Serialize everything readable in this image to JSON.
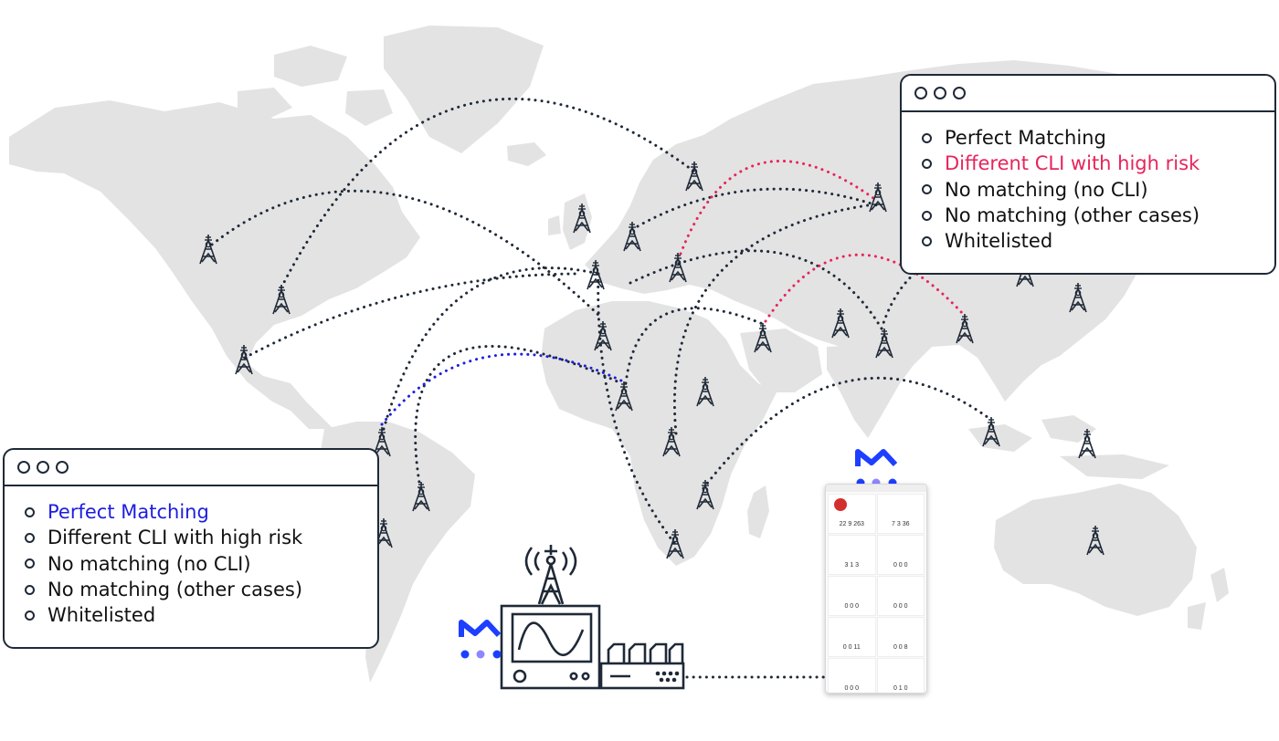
{
  "colors": {
    "land": "#e3e3e3",
    "outline": "#1f2937",
    "route": "#1f2937",
    "perfect": "#1d1de0",
    "risk": "#e8245a",
    "brand_a": "#1d3fff",
    "brand_b": "#6a5cff"
  },
  "legend_right": {
    "items": [
      {
        "label": "Perfect Matching",
        "color": "#111111"
      },
      {
        "label": "Different CLI with high risk",
        "color": "#e8245a"
      },
      {
        "label": "No matching (no CLI)",
        "color": "#111111"
      },
      {
        "label": "No matching (other cases)",
        "color": "#111111"
      },
      {
        "label": "Whitelisted",
        "color": "#111111"
      }
    ]
  },
  "legend_left": {
    "items": [
      {
        "label": "Perfect Matching",
        "color": "#1d1de0"
      },
      {
        "label": "Different CLI with high risk",
        "color": "#111111"
      },
      {
        "label": "No matching (no CLI)",
        "color": "#111111"
      },
      {
        "label": "No matching (other cases)",
        "color": "#111111"
      },
      {
        "label": "Whitelisted",
        "color": "#111111"
      }
    ]
  },
  "dashboard": {
    "values": [
      "22",
      "9",
      "263",
      "7",
      "3",
      "36",
      "3",
      "1",
      "3",
      "0",
      "0",
      "0",
      "0",
      "0",
      "0",
      "0",
      "0",
      "0",
      "0",
      "0",
      "11",
      "0",
      "0",
      "8",
      "0",
      "0",
      "0",
      "0",
      "1",
      "0"
    ]
  },
  "icons": {
    "tower": "cell-tower-icon",
    "logo": "brand-logo-icon",
    "probe": "monitoring-probe-icon"
  }
}
